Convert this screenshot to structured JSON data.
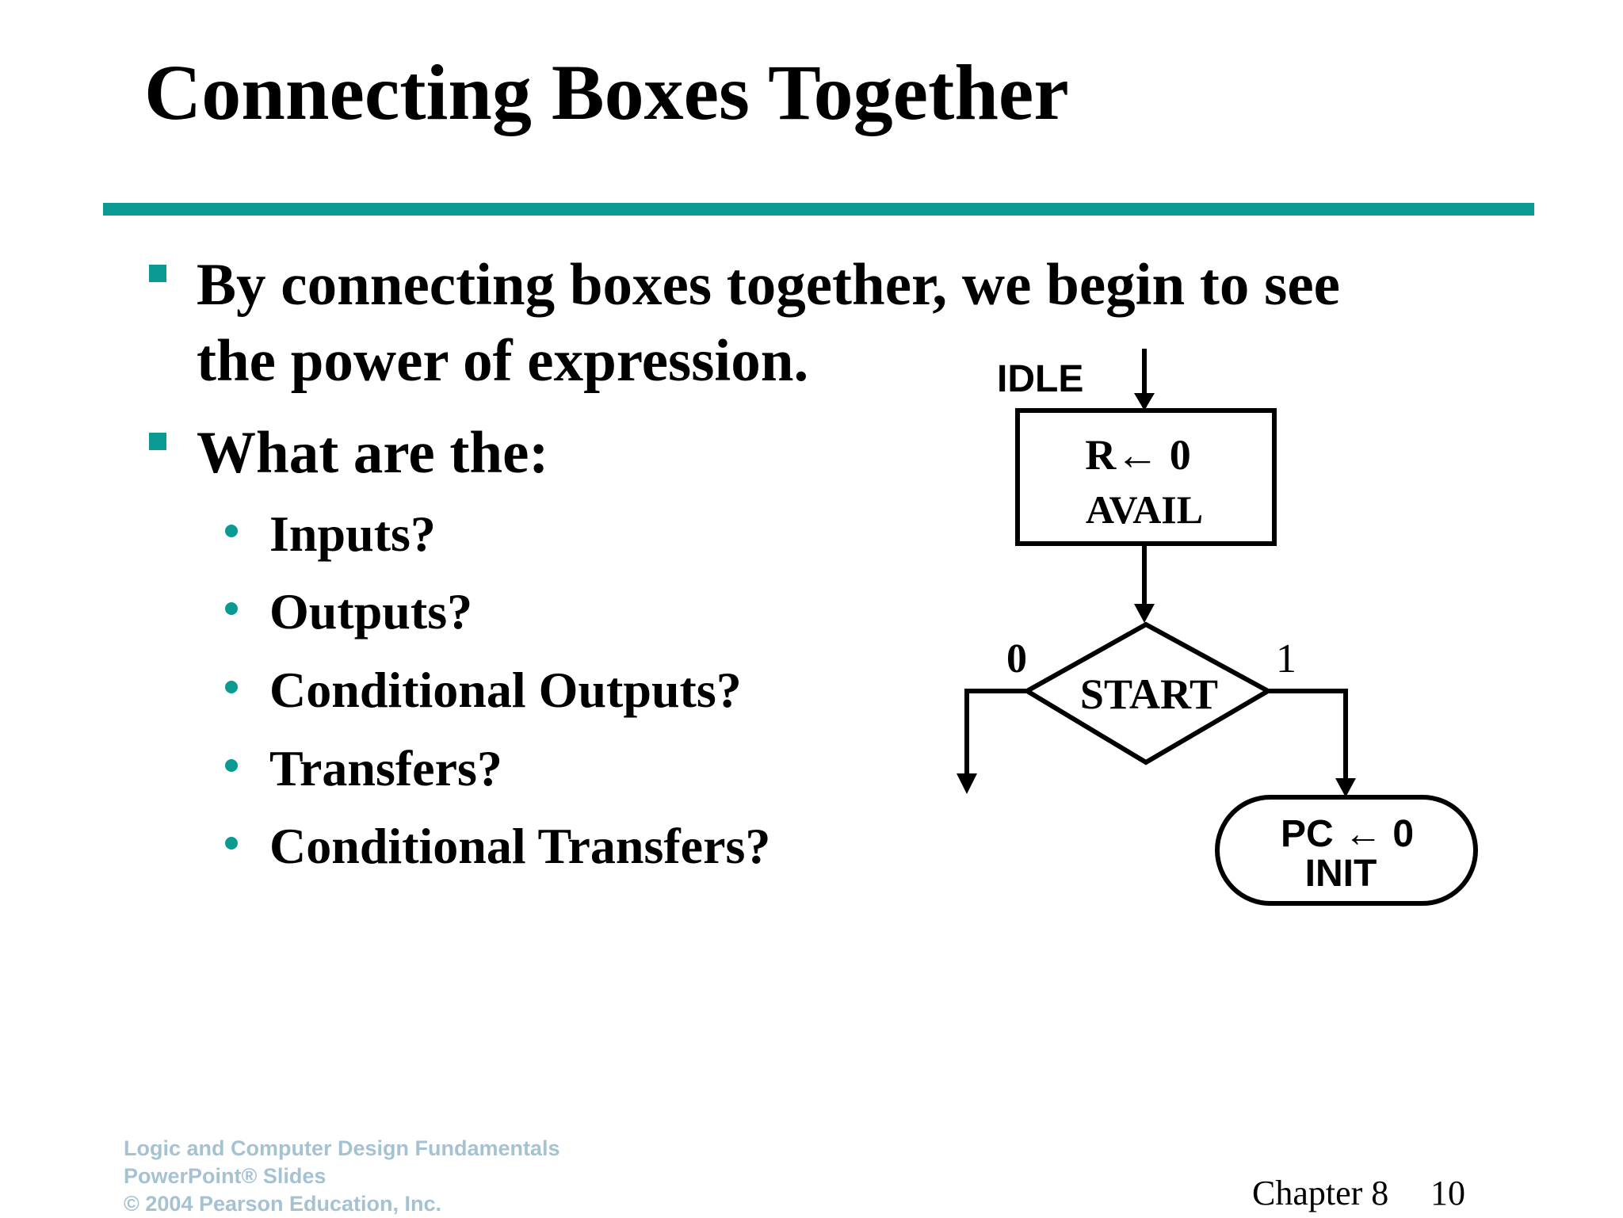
{
  "slide": {
    "title": "Connecting Boxes Together",
    "accent_color": "#0a9a92"
  },
  "bullets": [
    {
      "lines": [
        "By connecting boxes together, we begin to see",
        "the power of expression."
      ]
    },
    {
      "lines": [
        "What are the:"
      ],
      "sub_items": [
        "Inputs?",
        "Outputs?",
        "Conditional Outputs?",
        "Transfers?",
        "Conditional Transfers?"
      ]
    }
  ],
  "diagram": {
    "state_name": "IDLE",
    "state_box_line1": "R← 0",
    "state_box_line2": "AVAIL",
    "decision_label": "START",
    "branch_false": "0",
    "branch_true": "1",
    "conditional_output_line1": "PC ← 0",
    "conditional_output_line2": "INIT"
  },
  "footer": {
    "credit_lines": [
      "Logic and Computer Design Fundamentals",
      "PowerPoint® Slides",
      "© 2004 Pearson Education, Inc."
    ],
    "chapter": "Chapter 8",
    "page_number": "10"
  }
}
